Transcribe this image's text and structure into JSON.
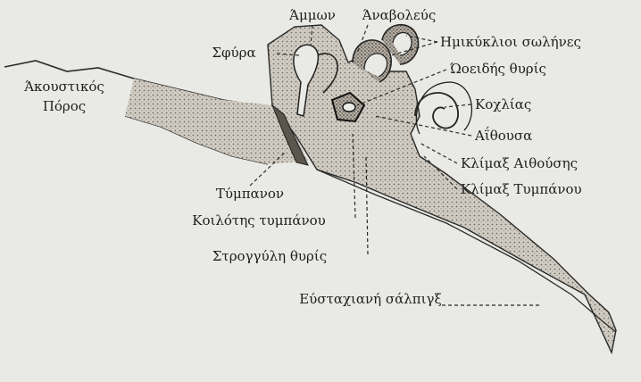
{
  "diagram": {
    "labels": {
      "ammon": "Άμμων",
      "anavoleus": "Άναβολεύς",
      "semicircular": "Ημικύκλιοι σωλήνες",
      "sfyra": "Σφύρα",
      "oval_window": "Ώοειδής θυρίς",
      "auditory_canal_1": "Άκουστικός",
      "auditory_canal_2": "Πόρος",
      "cochlea": "Κοχλίας",
      "aithousa": "Αΐθουσα",
      "scala_vestibuli": "Κλίμαξ Αιθούσης",
      "scala_tympani": "Κλίμαξ Τυμπάνου",
      "tympanon": "Τύμπανον",
      "tympanic_cavity": "Κοιλότης τυμπάνου",
      "round_window": "Στρογγύλη θυρίς",
      "eustachian_tube": "Εύσταχιανή σάλπιγξ"
    }
  }
}
